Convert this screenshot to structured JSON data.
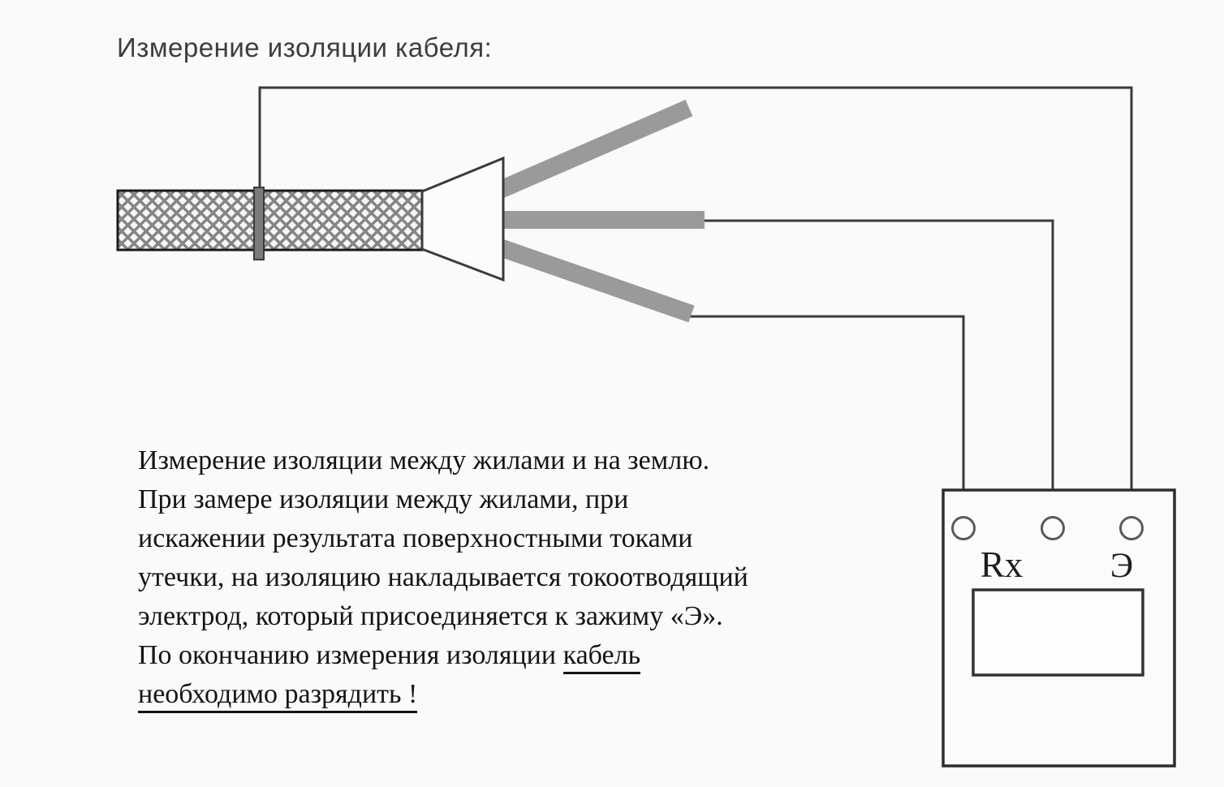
{
  "title": "Измерение изоляции кабеля:",
  "note": {
    "lines": [
      "Измерение изоляции между жилами и на землю.",
      "При замере изоляции между жилами, при",
      "искажении результата поверхностными токами",
      "утечки, на изоляцию накладывается токоотводящий",
      "электрод, который присоединяется к зажиму «Э»."
    ],
    "line6_prefix": "По окончанию измерения изоляции ",
    "line6_underlined": "кабель",
    "line7_underlined": "необходимо разрядить !"
  },
  "device": {
    "terminal_rx_label": "Rx",
    "terminal_e_label": "Э"
  },
  "colors": {
    "wire-gray": "#9a9a9a",
    "line-dark": "#3a3a3a",
    "text-dark": "#141414",
    "background": "#fafafa"
  }
}
